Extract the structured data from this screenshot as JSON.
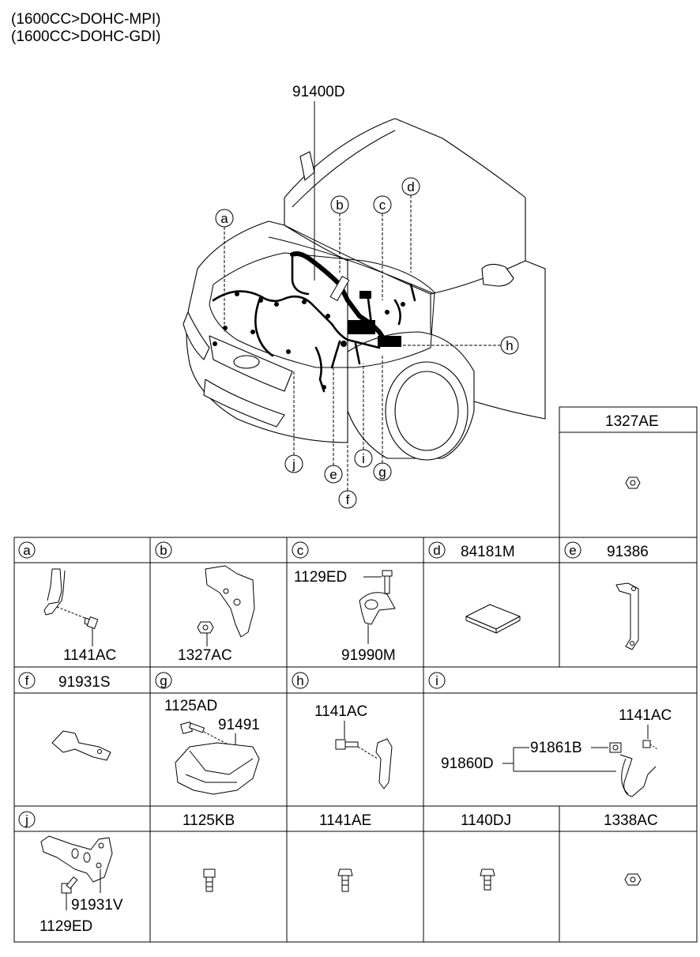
{
  "header": {
    "line1": "(1600CC>DOHC-MPI)",
    "line2": "(1600CC>DOHC-GDI)"
  },
  "main": {
    "harness_label": "91400D",
    "callouts": [
      "a",
      "b",
      "c",
      "d",
      "e",
      "f",
      "g",
      "h",
      "i",
      "j"
    ]
  },
  "corner_cell": {
    "code": "1327AE"
  },
  "cells": {
    "a": {
      "letter": "a",
      "code": "",
      "parts": [
        "1141AC"
      ]
    },
    "b": {
      "letter": "b",
      "code": "",
      "parts": [
        "1327AC"
      ]
    },
    "c": {
      "letter": "c",
      "code": "",
      "parts": [
        "1129ED",
        "91990M"
      ]
    },
    "d": {
      "letter": "d",
      "code": "84181M",
      "parts": []
    },
    "e": {
      "letter": "e",
      "code": "91386",
      "parts": []
    },
    "f": {
      "letter": "f",
      "code": "91931S",
      "parts": []
    },
    "g": {
      "letter": "g",
      "code": "",
      "parts": [
        "1125AD",
        "91491"
      ]
    },
    "h": {
      "letter": "h",
      "code": "",
      "parts": [
        "1141AC"
      ]
    },
    "i": {
      "letter": "i",
      "code": "",
      "parts": [
        "1141AC",
        "91861B",
        "91860D"
      ]
    },
    "j": {
      "letter": "j",
      "code": "",
      "parts": [
        "91931V",
        "1129ED"
      ]
    }
  },
  "bottom_codes": [
    "1125KB",
    "1141AE",
    "1140DJ",
    "1338AC"
  ]
}
